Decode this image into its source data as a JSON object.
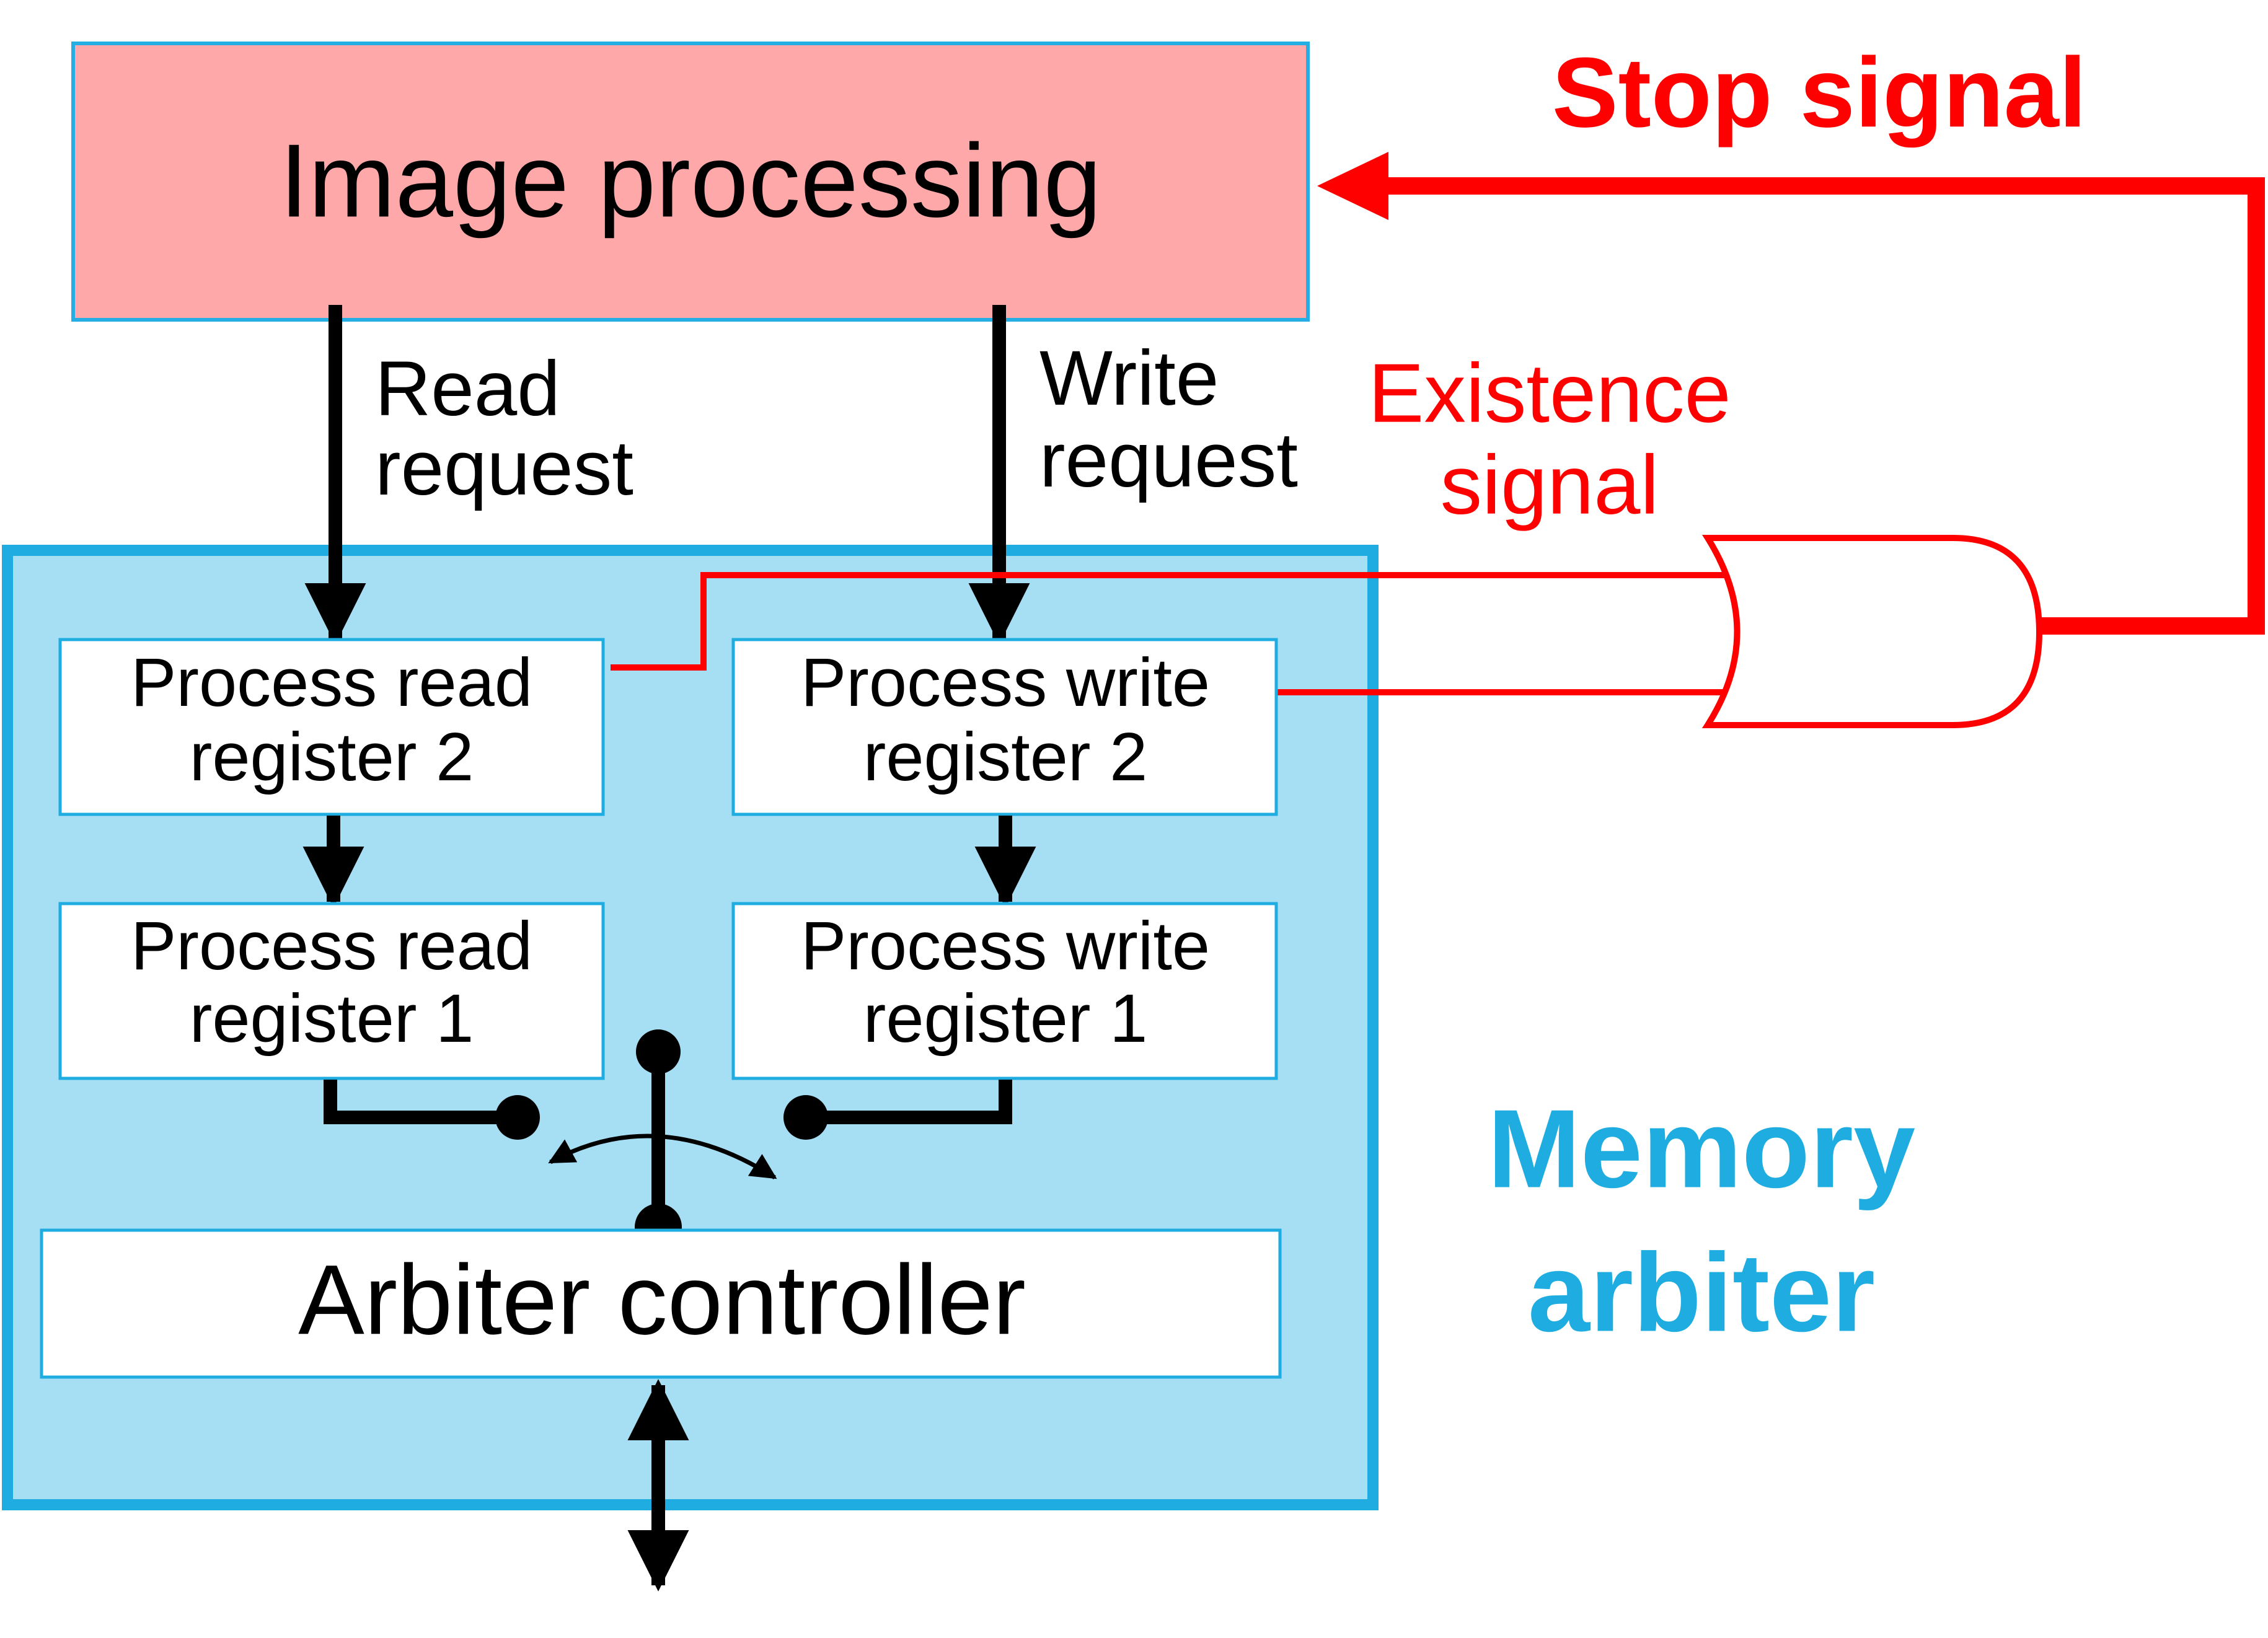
{
  "colors": {
    "image_box_fill": "#ffa8aa",
    "image_box_stroke": "#25aee3",
    "arbiter_fill": "#a6def4",
    "arbiter_stroke": "#1fade1",
    "signal_red": "#ff0000",
    "arbiter_label": "#1fade1",
    "line_black": "#000000",
    "box_white": "#ffffff"
  },
  "image_processing": {
    "label": "Image processing"
  },
  "read_request": {
    "line1": "Read",
    "line2": "request"
  },
  "write_request": {
    "line1": "Write",
    "line2": "request"
  },
  "stop_signal": {
    "label": "Stop signal"
  },
  "existence_signal": {
    "line1": "Existence",
    "line2": "signal"
  },
  "registers": {
    "read2": {
      "line1": "Process read",
      "line2": "register 2"
    },
    "read1": {
      "line1": "Process read",
      "line2": "register 1"
    },
    "write2": {
      "line1": "Process write",
      "line2": "register 2"
    },
    "write1": {
      "line1": "Process write",
      "line2": "register 1"
    }
  },
  "arbiter_controller": {
    "label": "Arbiter controller"
  },
  "memory_arbiter": {
    "line1": "Memory",
    "line2": "arbiter"
  },
  "or_gate": {
    "icon": "or-gate-icon"
  }
}
